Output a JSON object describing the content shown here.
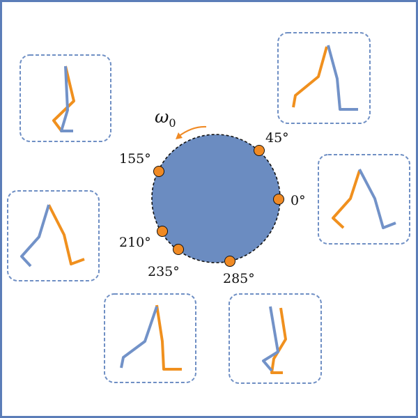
{
  "colors": {
    "frame": "#5b7db8",
    "disc": "#6b8cc1",
    "marker": "#f08a24",
    "leg_blue": "#7292c8",
    "leg_orange": "#f0901e",
    "panel_border": "#6f8fc4",
    "text": "#111111"
  },
  "rotation": {
    "symbol": "ω",
    "subscript": "0",
    "direction": "counter-clockwise",
    "arrow_icon": "curved-arrow-icon"
  },
  "markers": [
    {
      "angle_deg": 45,
      "label": "45°"
    },
    {
      "angle_deg": 0,
      "label": "0°"
    },
    {
      "angle_deg": 155,
      "label": "155°"
    },
    {
      "angle_deg": 210,
      "label": "210°"
    },
    {
      "angle_deg": 235,
      "label": "235°"
    },
    {
      "angle_deg": 285,
      "label": "285°"
    }
  ]
}
